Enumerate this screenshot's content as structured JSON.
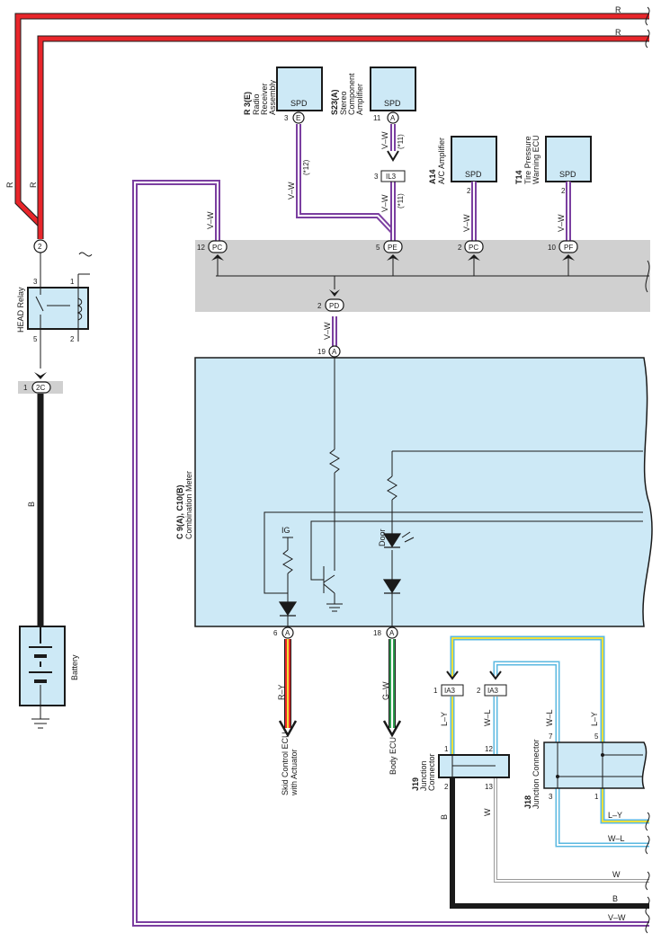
{
  "wire_colors": {
    "R": "#e8262b",
    "V-W": "#7b3fa0",
    "B": "#1a1a1a",
    "L-Y": "#f1e03a",
    "W-L": "#5bb8e0",
    "G-W": "#2e9e4f",
    "R-Y": "#e8262b",
    "W": "#999999",
    "panel": "#cde9f6",
    "bus_band": "#d0d0d0"
  },
  "wires": {
    "r": "R",
    "vw": "V–W",
    "b": "B",
    "ly": "L–Y",
    "wl": "W–L",
    "w": "W",
    "gw": "G–W",
    "ry": "R–Y"
  },
  "components": {
    "spd_label": "SPD",
    "radio": {
      "code": "R 3(E)",
      "name1": "Radio",
      "name2": "Receiver",
      "name3": "Assembly",
      "pin": "3",
      "conn": "E",
      "note": "(*12)"
    },
    "stereo": {
      "code": "S23(A)",
      "name1": "Stereo",
      "name2": "Component",
      "name3": "Amplifier",
      "pin": "11",
      "conn": "A",
      "note": "(*11)"
    },
    "ac": {
      "code": "A14",
      "name1": "A/C Amplifier",
      "pin": "2"
    },
    "tire": {
      "code": "T14",
      "name1": "Tire Pressure",
      "name2": "Warning ECU",
      "pin": "2"
    },
    "il3": {
      "pin": "3",
      "label": "IL3"
    },
    "pe_note": "(*11)",
    "head_relay": {
      "name": "HEAD Relay",
      "top_pin": "2",
      "p3": "3",
      "p1": "1",
      "p5": "5",
      "p2": "2"
    },
    "conn_2c": {
      "pin": "1",
      "label": "2C"
    },
    "battery": "Battery",
    "meter": {
      "code": "C 9(A), C10(B)",
      "name": "Combination Meter",
      "ig": "IG",
      "door": "Door"
    },
    "j19": {
      "code": "J19",
      "name1": "Junction",
      "name2": "Connector",
      "p1": "1",
      "p12": "12",
      "p2": "2",
      "p13": "13"
    },
    "j18": {
      "code": "J18",
      "name1": "Junction Connector",
      "p7": "7",
      "p5": "5",
      "p3": "3",
      "p1": "1"
    },
    "ia3": {
      "label": "IA3",
      "pin_a": "1",
      "pin_b": "2"
    },
    "skid": {
      "name1": "Skid Control ECU",
      "name2": "with Actuator"
    },
    "body": "Body ECU"
  },
  "connectors": {
    "pc_left": {
      "pin": "12",
      "label": "PC"
    },
    "pe": {
      "pin": "5",
      "label": "PE"
    },
    "pc_right": {
      "pin": "2",
      "label": "PC"
    },
    "pf": {
      "pin": "10",
      "label": "PF"
    },
    "pd": {
      "pin": "2",
      "label": "PD"
    },
    "a19": {
      "pin": "19",
      "label": "A"
    },
    "a6": {
      "pin": "6",
      "label": "A"
    },
    "a18": {
      "pin": "18",
      "label": "A"
    }
  }
}
